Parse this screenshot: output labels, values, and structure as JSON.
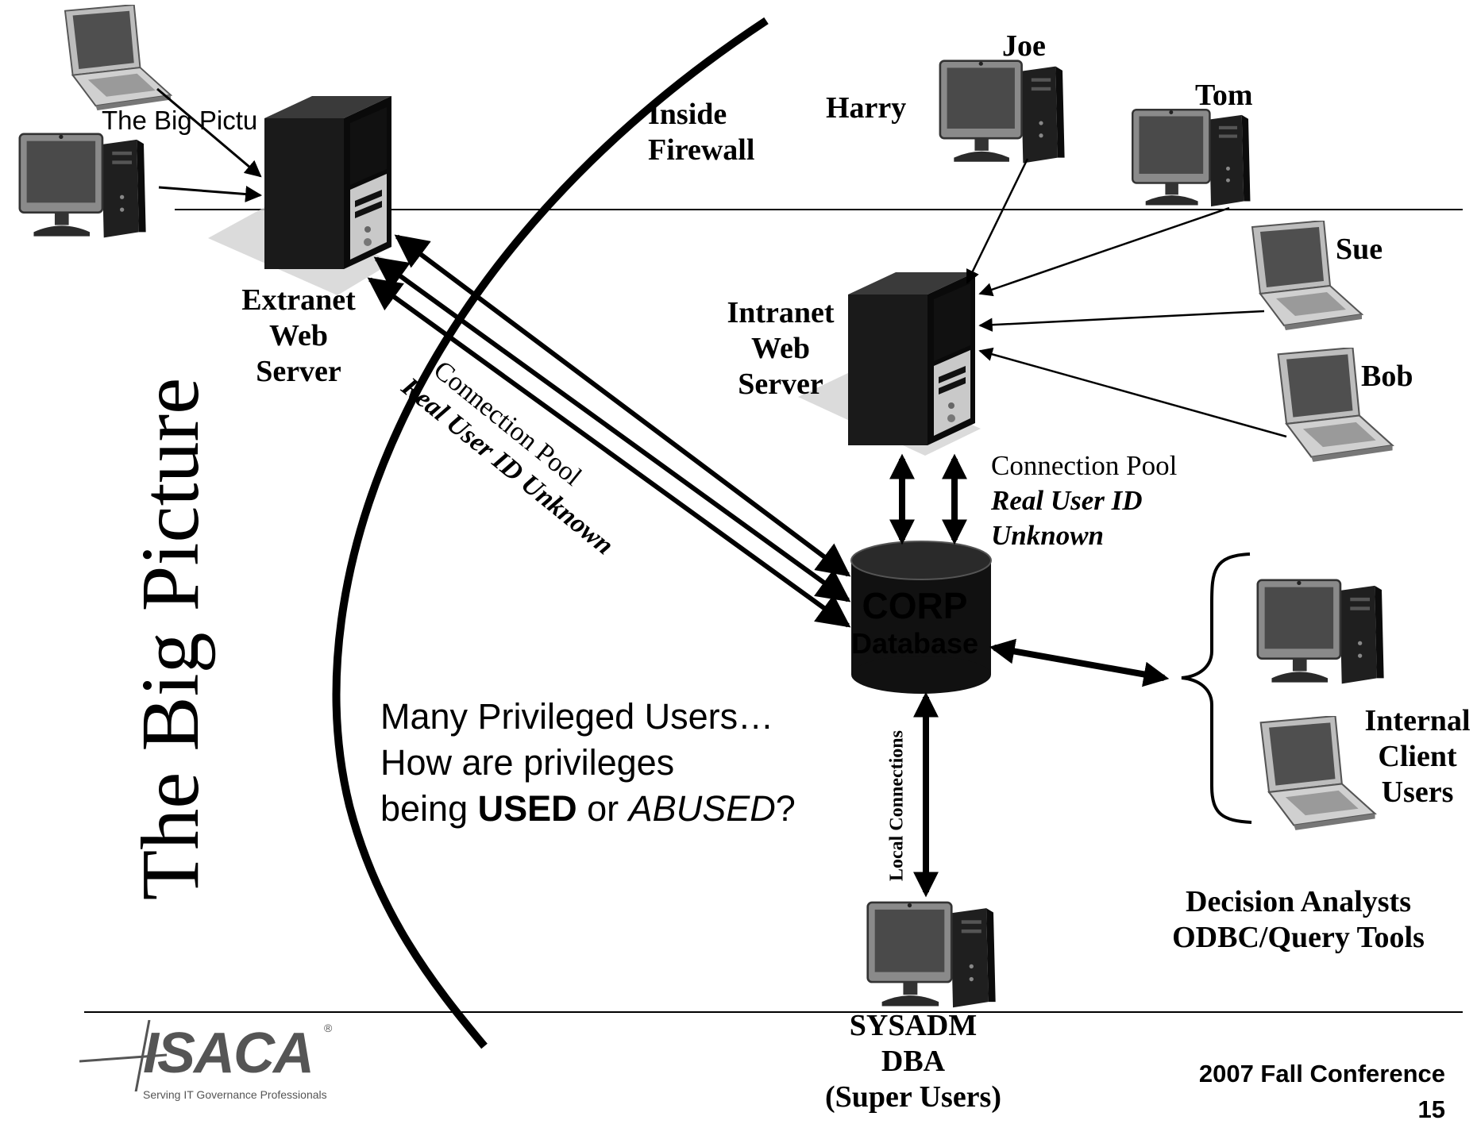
{
  "slide": {
    "title": "The Big Picture",
    "ghost_title": "The Big Pictu"
  },
  "zones": {
    "inside_firewall": [
      "Inside",
      "Firewall"
    ]
  },
  "servers": {
    "extranet": [
      "Extranet",
      "Web",
      "Server"
    ],
    "intranet": [
      "Intranet",
      "Web",
      "Server"
    ]
  },
  "users": {
    "joe": "Joe",
    "harry": "Harry",
    "tom": "Tom",
    "sue": "Sue",
    "bob": "Bob"
  },
  "database": {
    "line1": "CORP",
    "line2": "Database"
  },
  "extranet_pool": {
    "line1": "Connection Pool",
    "line2": "Real User ID Unknown"
  },
  "intranet_pool": {
    "line1": "Connection Pool",
    "line2": "Real User ID",
    "line3": "Unknown"
  },
  "local_connections": "Local Connections",
  "internal_clients": [
    "Internal",
    "Client",
    "Users"
  ],
  "analysts": [
    "Decision Analysts",
    "ODBC/Query Tools"
  ],
  "dba": [
    "SYSADM",
    "DBA",
    "(Super Users)"
  ],
  "privileged": {
    "line1": "Many Privileged Users…",
    "line2": "How are privileges",
    "line3_pre": "being ",
    "line3_used": "USED",
    "line3_mid": " or ",
    "line3_abused": "ABUSED",
    "line3_post": "?"
  },
  "footer": {
    "logo_text": "ISACA",
    "logo_registered": "®",
    "logo_tagline": "Serving IT Governance Professionals",
    "conference": "2007 Fall Conference",
    "page_number": "15"
  },
  "icons": [
    "desktop-computer-icon",
    "laptop-icon",
    "tower-server-icon",
    "database-cylinder-icon",
    "curly-brace-icon"
  ]
}
